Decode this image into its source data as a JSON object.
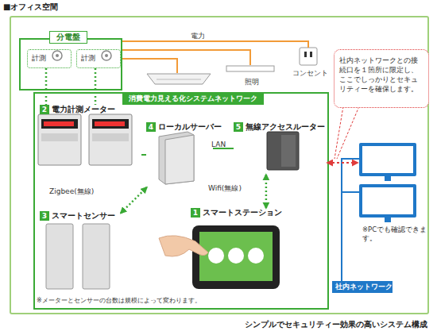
{
  "diagram": {
    "caption": "シンプルでセキュリティー効果の高いシステム構成",
    "nodes": [
      {
        "text": [
          "■オフィス空間"
        ]
      },
      {
        "text": [
          "分電盤"
        ],
        "in": 0
      },
      {
        "text": [
          "計測"
        ],
        "in": 1
      },
      {
        "text": [
          "計測"
        ],
        "in": 1
      },
      {
        "text": [
          "エアコン"
        ],
        "in": 0
      },
      {
        "text": [
          "照明"
        ],
        "in": 0
      },
      {
        "text": [
          "コンセント"
        ],
        "in": 0
      },
      {
        "text": [
          "社内ネットワークとの接続口を１箇所に限定し、ここでしっかりとセキュリティーを確保します。"
        ],
        "in": 0
      },
      {
        "text": [
          "消費電力見える化システムネットワーク"
        ],
        "in": 0
      },
      {
        "text": [
          "2",
          "電力計測メーター"
        ],
        "in": 8
      },
      {
        "text": [
          "4",
          "ローカルサーバー"
        ],
        "in": 8
      },
      {
        "text": [
          "5",
          "無線アクセスルーター"
        ],
        "in": 8
      },
      {
        "text": [
          "3",
          "スマートセンサー"
        ],
        "in": 8
      },
      {
        "text": [
          "1",
          "スマートステーション"
        ],
        "in": 8
      },
      {
        "text": [
          "※PCでも確認できます。"
        ],
        "in": 0
      },
      {
        "text": [
          "社内ネットワーク"
        ],
        "in": 0
      }
    ],
    "edges": [
      {
        "from": 1,
        "to": 4,
        "arrow": "none"
      },
      {
        "from": 1,
        "to": 5,
        "arrow": "none"
      },
      {
        "from": 1,
        "to": 6,
        "arrow": "none",
        "label": "電力"
      },
      {
        "from": 2,
        "to": 9,
        "arrow": "none"
      },
      {
        "from": 3,
        "to": 9,
        "arrow": "none"
      },
      {
        "from": 9,
        "to": 10,
        "arrow": "none"
      },
      {
        "from": 10,
        "to": 11,
        "arrow": "none",
        "label": "LAN"
      },
      {
        "from": 12,
        "to": 10,
        "arrow": "both",
        "label": "Zigbee(無線)"
      },
      {
        "from": 11,
        "to": 13,
        "arrow": "both",
        "label": "Wifi(無線)"
      },
      {
        "from": 11,
        "to": 14,
        "arrow": "both"
      },
      {
        "from": 14,
        "to": 15,
        "arrow": "none"
      }
    ],
    "labels": [
      "※メーターとセンサーの台数は規模によって変わります。"
    ]
  }
}
